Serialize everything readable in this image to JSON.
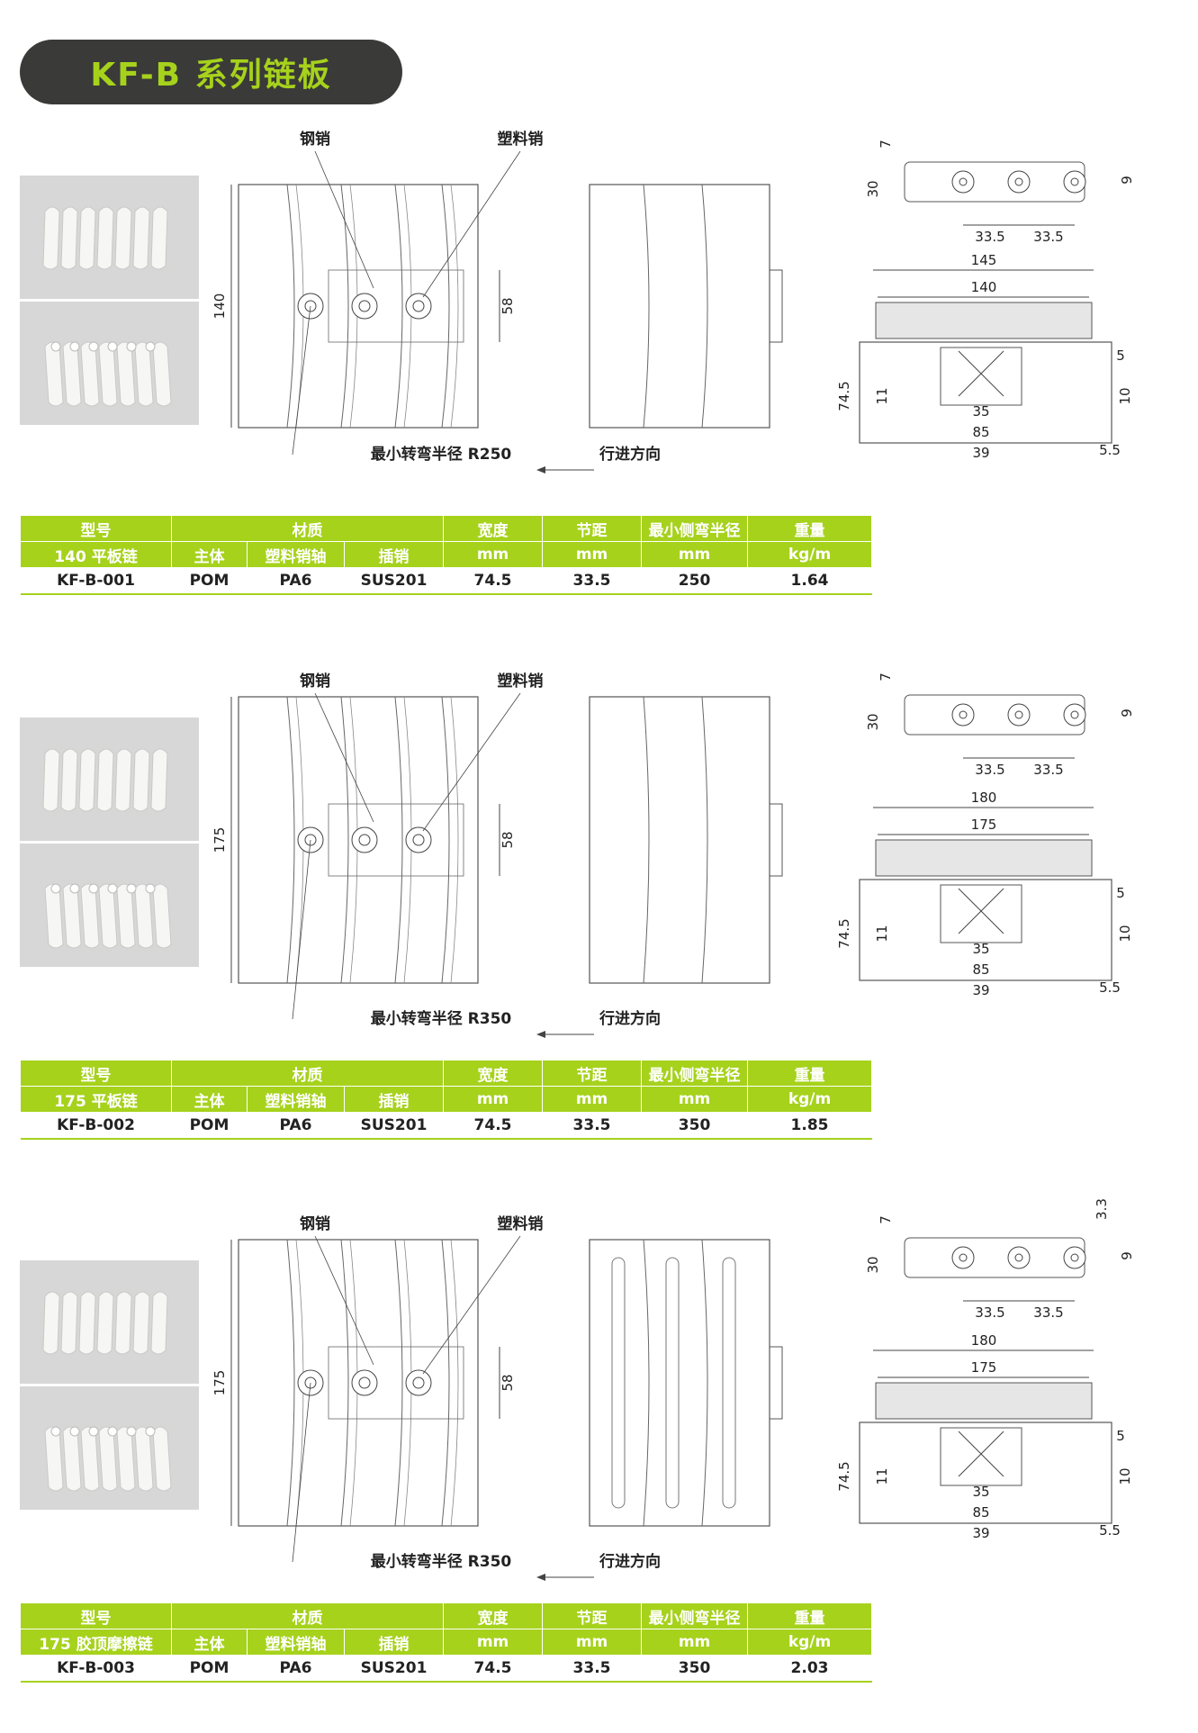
{
  "page_title": "KF-B 系列链板",
  "colors": {
    "accent": "#a6d21c",
    "pill": "#3a3a38"
  },
  "table_headers": {
    "model": "型号",
    "material": "材质",
    "body": "主体",
    "plastic_axis": "塑料销轴",
    "pin": "插销",
    "width": "宽度",
    "pitch": "节距",
    "min_radius": "最小侧弯半径",
    "weight": "重量",
    "unit_mm": "mm",
    "unit_weight": "kg/m"
  },
  "products": [
    {
      "name": "140 平板链",
      "code": "KF-B-001",
      "body": "POM",
      "plastic_axis": "PA6",
      "pin": "SUS201",
      "width": "74.5",
      "pitch": "33.5",
      "radius": "250",
      "weight": "1.64",
      "labels": {
        "steel_pin": "钢销",
        "plastic_pin": "塑料销",
        "radius": "最小转弯半径 R250",
        "direction": "行进方向"
      },
      "dims": {
        "height": "140",
        "pin_span": "58",
        "d7": "7",
        "d30": "30",
        "d9": "9",
        "p1": "33.5",
        "p2": "33.5",
        "w_outer": "145",
        "w_inner": "140",
        "d5": "5",
        "d74": "74.5",
        "d11": "11",
        "d10": "10",
        "d35": "35",
        "d85": "85",
        "d39": "39",
        "d55": "5.5"
      }
    },
    {
      "name": "175 平板链",
      "code": "KF-B-002",
      "body": "POM",
      "plastic_axis": "PA6",
      "pin": "SUS201",
      "width": "74.5",
      "pitch": "33.5",
      "radius": "350",
      "weight": "1.85",
      "labels": {
        "steel_pin": "钢销",
        "plastic_pin": "塑料销",
        "radius": "最小转弯半径 R350",
        "direction": "行进方向"
      },
      "dims": {
        "height": "175",
        "pin_span": "58",
        "d7": "7",
        "d30": "30",
        "d9": "9",
        "p1": "33.5",
        "p2": "33.5",
        "w_outer": "180",
        "w_inner": "175",
        "d5": "5",
        "d74": "74.5",
        "d11": "11",
        "d10": "10",
        "d35": "35",
        "d85": "85",
        "d39": "39",
        "d55": "5.5"
      }
    },
    {
      "name": "175 胶顶摩擦链",
      "code": "KF-B-003",
      "body": "POM",
      "plastic_axis": "PA6",
      "pin": "SUS201",
      "width": "74.5",
      "pitch": "33.5",
      "radius": "350",
      "weight": "2.03",
      "labels": {
        "steel_pin": "钢销",
        "plastic_pin": "塑料销",
        "radius": "最小转弯半径 R350",
        "direction": "行进方向"
      },
      "dims": {
        "height": "175",
        "pin_span": "58",
        "d7": "7",
        "d30": "30",
        "d9": "9",
        "d33": "3.3",
        "p1": "33.5",
        "p2": "33.5",
        "w_outer": "180",
        "w_inner": "175",
        "d5": "5",
        "d74": "74.5",
        "d11": "11",
        "d10": "10",
        "d35": "35",
        "d85": "85",
        "d39": "39",
        "d55": "5.5"
      }
    }
  ]
}
